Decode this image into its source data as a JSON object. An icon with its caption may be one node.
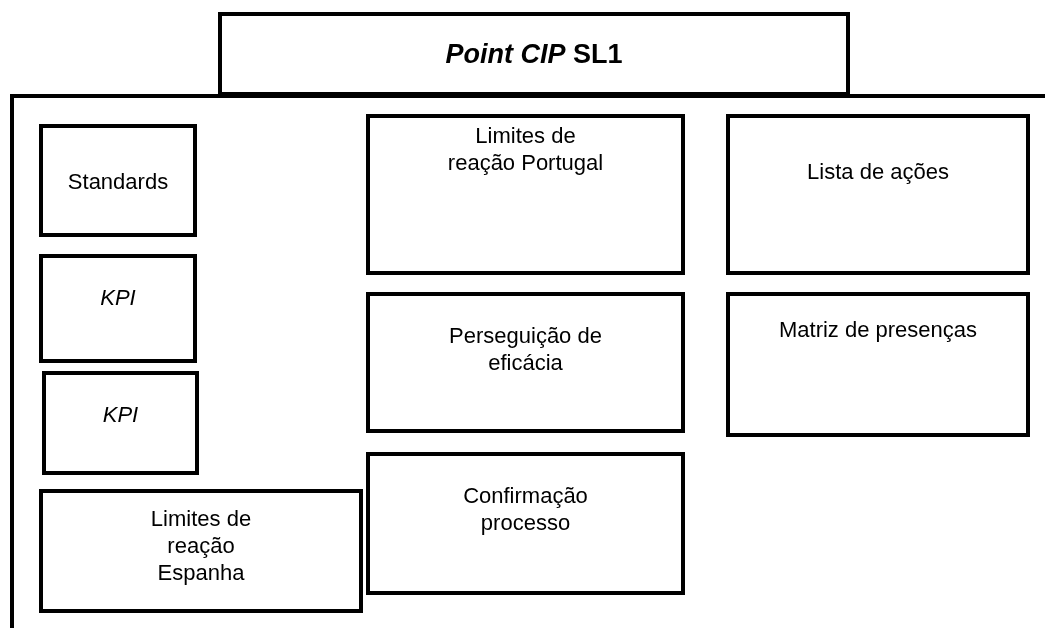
{
  "diagram": {
    "nodes": [
      {
        "text": [
          "*Point CIP* SL1"
        ]
      },
      {
        "text": [],
        "shape": "box"
      },
      {
        "text": [
          "Standards"
        ],
        "in": 1
      },
      {
        "text": [
          "KPI"
        ],
        "in": 1
      },
      {
        "text": [
          "KPI"
        ],
        "in": 1
      },
      {
        "text": [
          "Limites de reação Espanha"
        ],
        "in": 1
      },
      {
        "text": [
          "Limites de reação Portugal"
        ],
        "in": 1
      },
      {
        "text": [
          "Perseguição de eficácia"
        ],
        "in": 1
      },
      {
        "text": [
          "Confirmação processo"
        ],
        "in": 1
      },
      {
        "text": [
          "Lista de ações"
        ],
        "in": 1
      },
      {
        "text": [
          "Matriz de presenças"
        ],
        "in": 1
      }
    ],
    "edges": []
  }
}
